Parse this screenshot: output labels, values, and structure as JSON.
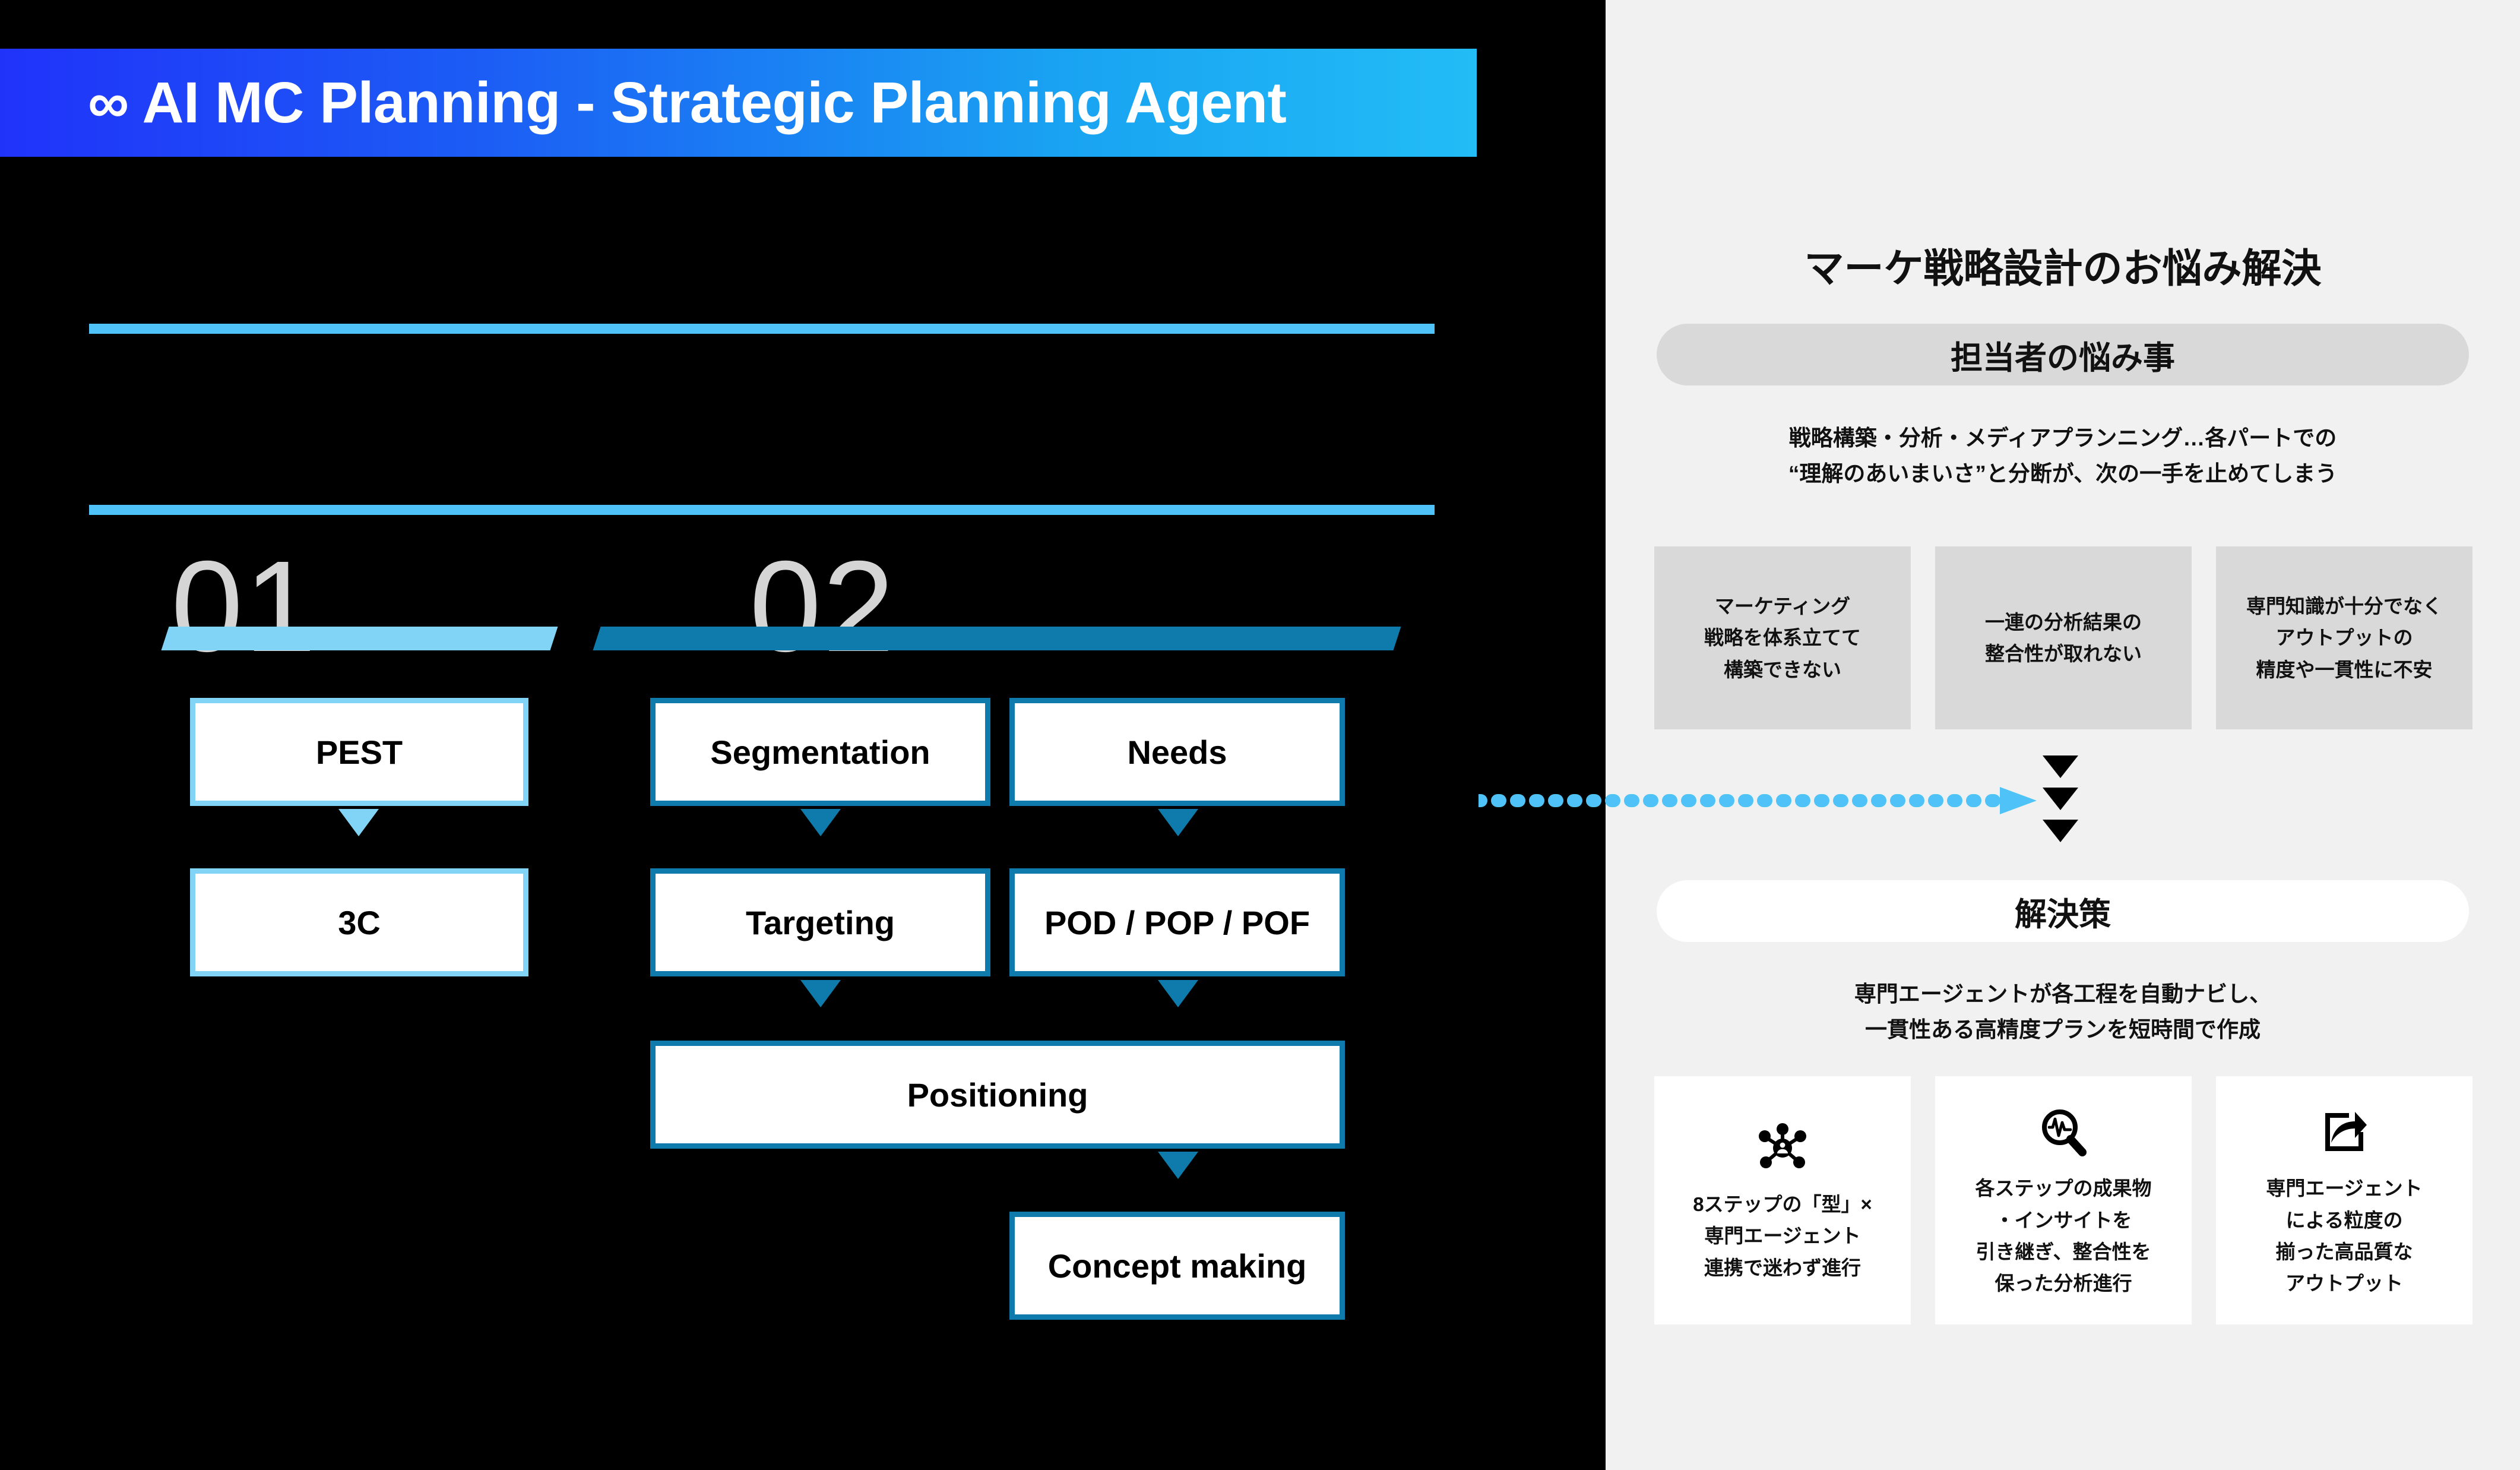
{
  "title_bar": {
    "text": "∞ AI MC Planning - Strategic Planning Agent"
  },
  "colors": {
    "accent_light": "#82D4F7",
    "accent_dark": "#0E7BAC",
    "gradient_start": "#2033FA",
    "gradient_end": "#22BCF6",
    "panel_bg": "#F1F1F1",
    "card_grey": "#D9D9D9",
    "number_grey": "#D5D5D5"
  },
  "left": {
    "sections": [
      {
        "number": "01"
      },
      {
        "number": "02"
      }
    ],
    "flow": {
      "section01": [
        {
          "label": "PEST"
        },
        {
          "label": "3C"
        }
      ],
      "section02": [
        {
          "label": "Segmentation"
        },
        {
          "label": "Needs"
        },
        {
          "label": "Targeting"
        },
        {
          "label": "POD / POP / POF"
        },
        {
          "label": "Positioning"
        },
        {
          "label": "Concept making"
        }
      ]
    }
  },
  "right": {
    "title": "マーケ戦略設計のお悩み解決",
    "problem": {
      "pill": "担当者の悩み事",
      "lede_line1": "戦略構築・分析・メディアプランニング…各パートでの",
      "lede_line2": "“理解のあいまいさ”と分断が、次の一手を止めてしまう",
      "cards": [
        {
          "line1": "マーケティング",
          "line2": "戦略を体系立てて",
          "line3": "構築できない"
        },
        {
          "line1": "一連の分析結果の",
          "line2": "整合性が取れない",
          "line3": ""
        },
        {
          "line1": "専門知識が十分でなく",
          "line2": "アウトプットの",
          "line3": "精度や一貫性に不安"
        }
      ]
    },
    "solution": {
      "pill": "解決策",
      "lede_line1": "専門エージェントが各工程を自動ナビし、",
      "lede_line2": "一貫性ある高精度プランを短時間で作成",
      "cards": [
        {
          "icon": "network-hub-icon",
          "line1": "8ステップの「型」×",
          "line2": "専門エージェント",
          "line3": "連携で迷わず進行"
        },
        {
          "icon": "magnifier-pulse-icon",
          "line1": "各ステップの成果物",
          "line2": "・インサイトを",
          "line3": "引き継ぎ、整合性を",
          "line4": "保った分析進行"
        },
        {
          "icon": "share-export-icon",
          "line1": "専門エージェント",
          "line2": "による粒度の",
          "line3": "揃った高品質な",
          "line4": "アウトプット"
        }
      ]
    }
  }
}
